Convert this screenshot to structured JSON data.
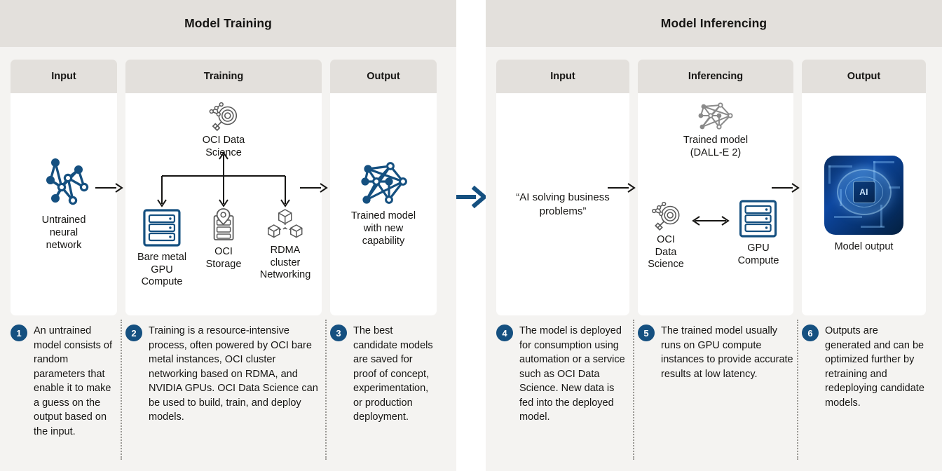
{
  "left_panel": {
    "title": "Model Training",
    "columns": [
      {
        "header": "Input"
      },
      {
        "header": "Training"
      },
      {
        "header": "Output"
      }
    ],
    "input_node": {
      "label": "Untrained\nneural\nnetwork",
      "icon": "neural-network-icon"
    },
    "training_nodes": {
      "top": {
        "label": "OCI Data\nScience",
        "icon": "oci-data-science-icon"
      },
      "left": {
        "label": "Bare metal\nGPU\nCompute",
        "icon": "server-rack-icon"
      },
      "middle": {
        "label": "OCI\nStorage",
        "icon": "oci-storage-icon"
      },
      "right": {
        "label": "RDMA\ncluster\nNetworking",
        "icon": "rdma-cluster-icon"
      }
    },
    "output_node": {
      "label": "Trained model\nwith new\ncapability",
      "icon": "neural-network-icon"
    }
  },
  "right_panel": {
    "title": "Model Inferencing",
    "columns": [
      {
        "header": "Input"
      },
      {
        "header": "Inferencing"
      },
      {
        "header": "Output"
      }
    ],
    "input_node": {
      "quote": "“AI solving business problems”"
    },
    "inferencing_nodes": {
      "top": {
        "label": "Trained model\n(DALL-E 2)",
        "icon": "neural-network-gray-icon"
      },
      "left": {
        "label": "OCI\nData\nScience",
        "icon": "oci-data-science-icon"
      },
      "right": {
        "label": "GPU\nCompute",
        "icon": "server-rack-icon"
      }
    },
    "output_node": {
      "label": "Model output",
      "icon": "ai-chip-image",
      "chip_text": "AI"
    }
  },
  "captions": [
    {
      "number": "1",
      "text": "An untrained model consists of random parameters that enable it to make a guess on the output based on the input."
    },
    {
      "number": "2",
      "text": "Training is a resource-intensive process, often powered by OCI bare metal instances, OCI cluster networking based on RDMA, and NVIDIA GPUs. OCI Data Science can be used to build, train, and deploy models."
    },
    {
      "number": "3",
      "text": "The best candidate models are saved for proof of concept, experimentation, or production deployment."
    },
    {
      "number": "4",
      "text": "The model is deployed for consumption using automation or a service such as OCI Data Science. New data is fed into the deployed model."
    },
    {
      "number": "5",
      "text": "The trained model usually runs on GPU compute instances to provide accurate results at low latency."
    },
    {
      "number": "6",
      "text": "Outputs are generated and can be optimized further by retraining and redeploying candidate models."
    }
  ],
  "colors": {
    "brand_blue": "#155080",
    "panel_bg": "#f4f3f1",
    "header_bg": "#e3e0dc",
    "card_bg": "#ffffff",
    "icon_gray": "#5a5a5a",
    "text": "#161513"
  }
}
